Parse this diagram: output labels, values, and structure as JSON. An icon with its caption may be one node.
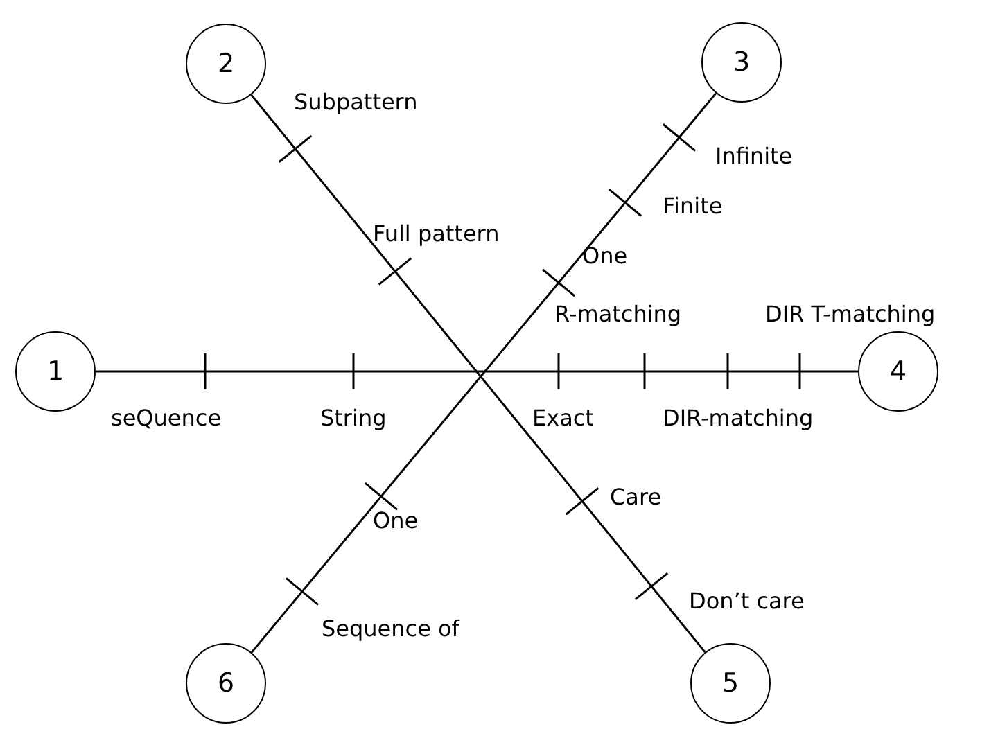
{
  "diagram": {
    "nodes": [
      {
        "text": [
          "2"
        ]
      },
      {
        "text": [
          "3"
        ]
      },
      {
        "text": [
          "1"
        ]
      },
      {
        "text": [
          "4"
        ]
      },
      {
        "text": [
          "6"
        ]
      },
      {
        "text": [
          "5"
        ]
      }
    ],
    "edges": [
      {
        "from": 2,
        "to": 3,
        "arrow": "none"
      },
      {
        "from": 0,
        "to": 5,
        "arrow": "none"
      },
      {
        "from": 1,
        "to": 4,
        "arrow": "none"
      }
    ],
    "labels": [
      "Subpattern",
      "Infinite",
      "Finite",
      "Full pattern",
      "One",
      "R-matching",
      "DIR T-matching",
      "seQuence",
      "String",
      "Exact",
      "DIR-matching",
      "Care",
      "One",
      "Don’t care",
      "Sequence of"
    ]
  }
}
